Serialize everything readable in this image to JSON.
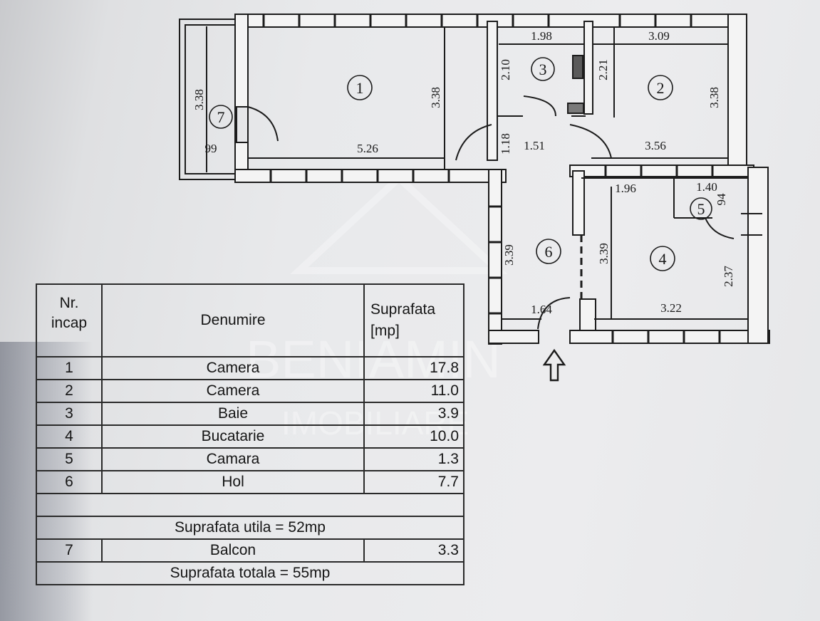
{
  "plan": {
    "rooms": [
      {
        "num": "1"
      },
      {
        "num": "2"
      },
      {
        "num": "3"
      },
      {
        "num": "4"
      },
      {
        "num": "5"
      },
      {
        "num": "6"
      },
      {
        "num": "7"
      }
    ],
    "dimensions": [
      "3.38",
      "3.38",
      "5.26",
      "99",
      "1.98",
      "2.10",
      "2.21",
      "3.09",
      "3.38",
      "1.18",
      "1.51",
      "3.56",
      "1.96",
      "1.40",
      "94",
      "3.39",
      "3.39",
      "2.37",
      "1.64",
      "3.22"
    ],
    "entrance_icon": "arrow-up-icon",
    "watermark": {
      "line1": "BENIAMIN",
      "line2": "IMOBILIARE"
    }
  },
  "legend": {
    "header": {
      "nr_line1": "Nr.",
      "nr_line2": "incap",
      "name": "Denumire",
      "area_line1": "Suprafata",
      "area_line2": "[mp]"
    },
    "rows": [
      {
        "nr": "1",
        "name": "Camera",
        "area": "17.8"
      },
      {
        "nr": "2",
        "name": "Camera",
        "area": "11.0"
      },
      {
        "nr": "3",
        "name": "Baie",
        "area": "3.9"
      },
      {
        "nr": "4",
        "name": "Bucatarie",
        "area": "10.0"
      },
      {
        "nr": "5",
        "name": "Camara",
        "area": "1.3"
      },
      {
        "nr": "6",
        "name": "Hol",
        "area": "7.7"
      }
    ],
    "useful_total": "Suprafata utila = 52mp",
    "balcony": {
      "nr": "7",
      "name": "Balcon",
      "area": "3.3"
    },
    "grand_total": "Suprafata totala = 55mp"
  }
}
